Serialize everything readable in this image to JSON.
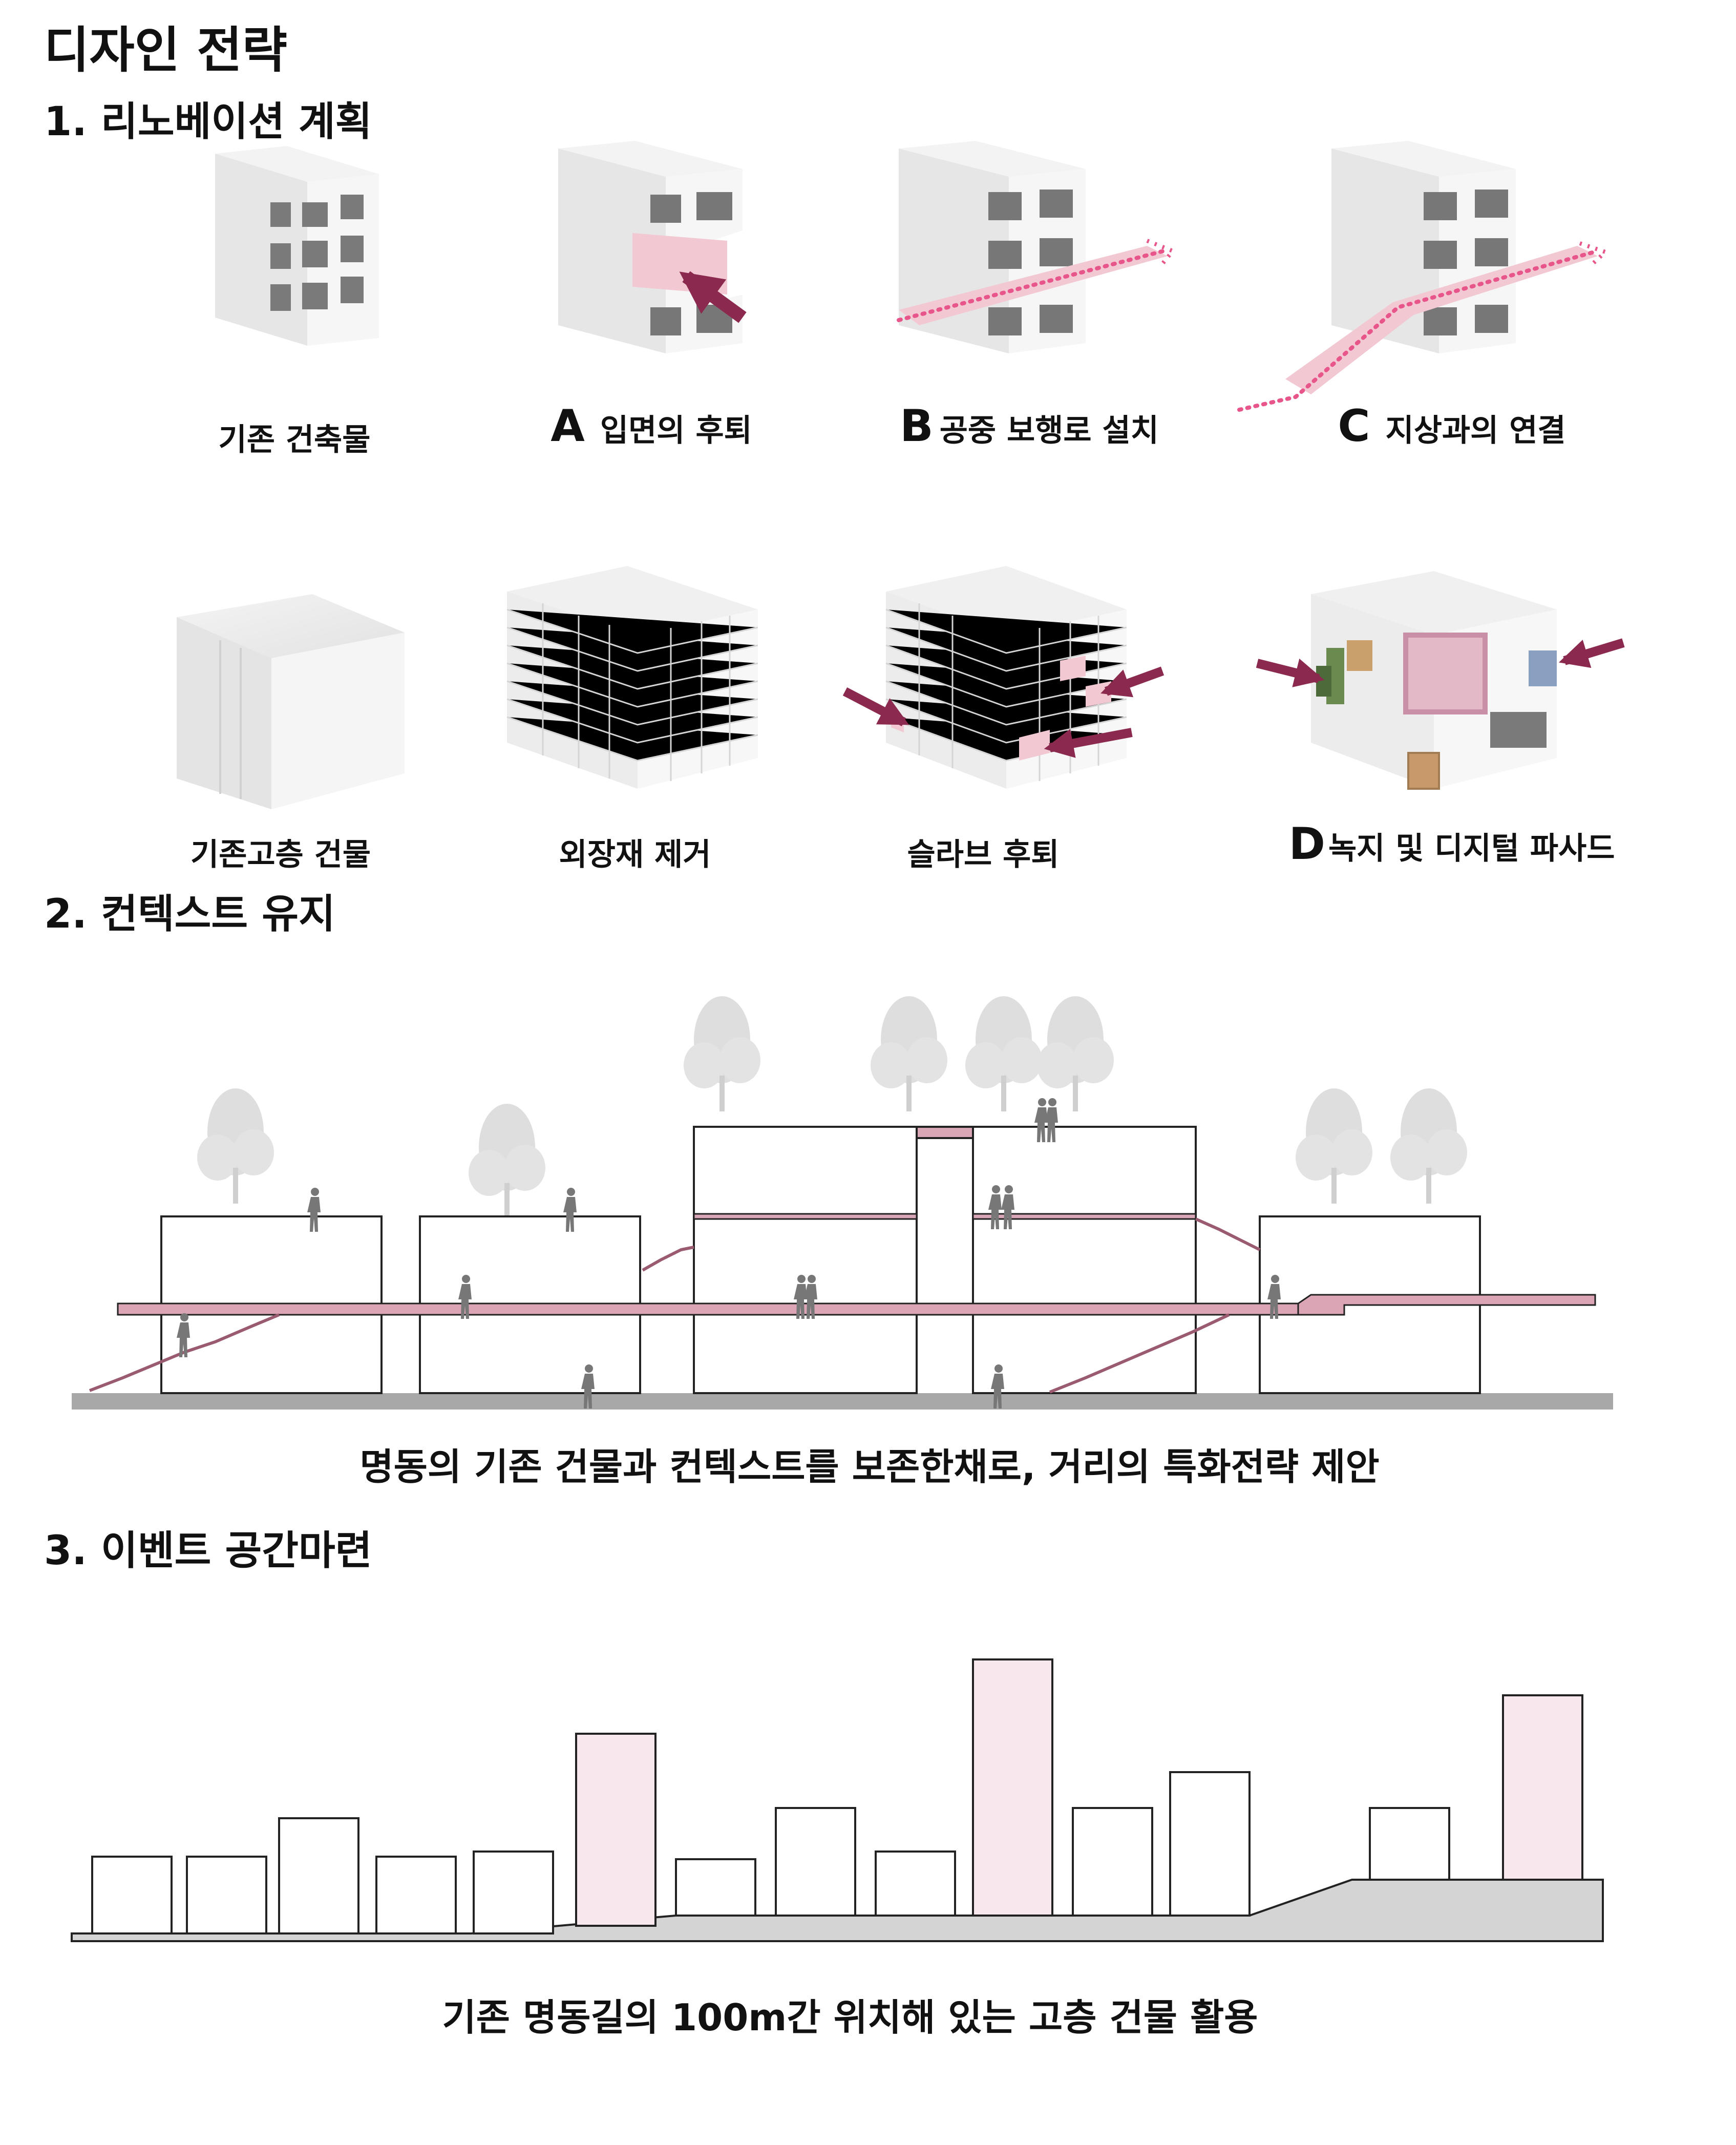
{
  "title": "디자인 전략",
  "section1": {
    "heading": "1. 리노베이션 계획",
    "row1": [
      {
        "letter": "",
        "label": "기존 건축물"
      },
      {
        "letter": "A",
        "label": "입면의 후퇴"
      },
      {
        "letter": "B",
        "label": "공중 보행로 설치"
      },
      {
        "letter": "C",
        "label": "지상과의 연결"
      }
    ],
    "row2": [
      {
        "letter": "",
        "label": "기존고층 건물"
      },
      {
        "letter": "",
        "label": "외장재 제거"
      },
      {
        "letter": "",
        "label": "슬라브 후퇴"
      },
      {
        "letter": "D",
        "label": "녹지 및 디지털 파사드"
      }
    ]
  },
  "section2": {
    "heading": "2. 컨텍스트 유지",
    "caption": "명동의 기존  건물과 컨텍스트를 보존한채로, 거리의 특화전략 제안"
  },
  "section3": {
    "heading": "3. 이벤트 공간마련",
    "caption": "기존 명동길의 100m간 위치해 있는 고층 건물 활용"
  },
  "colors": {
    "accent_pink": "#f2c9d3",
    "accent_light_pink": "#f8e8ee",
    "arrow_maroon": "#8b2a4e",
    "dotted_path": "#e8558b",
    "ground_gray": "#a8a8a8",
    "tree_gray": "#d9d9d9",
    "figure_gray": "#777777"
  },
  "icons": [
    "arrow-icon",
    "tree-icon",
    "person-icon"
  ]
}
